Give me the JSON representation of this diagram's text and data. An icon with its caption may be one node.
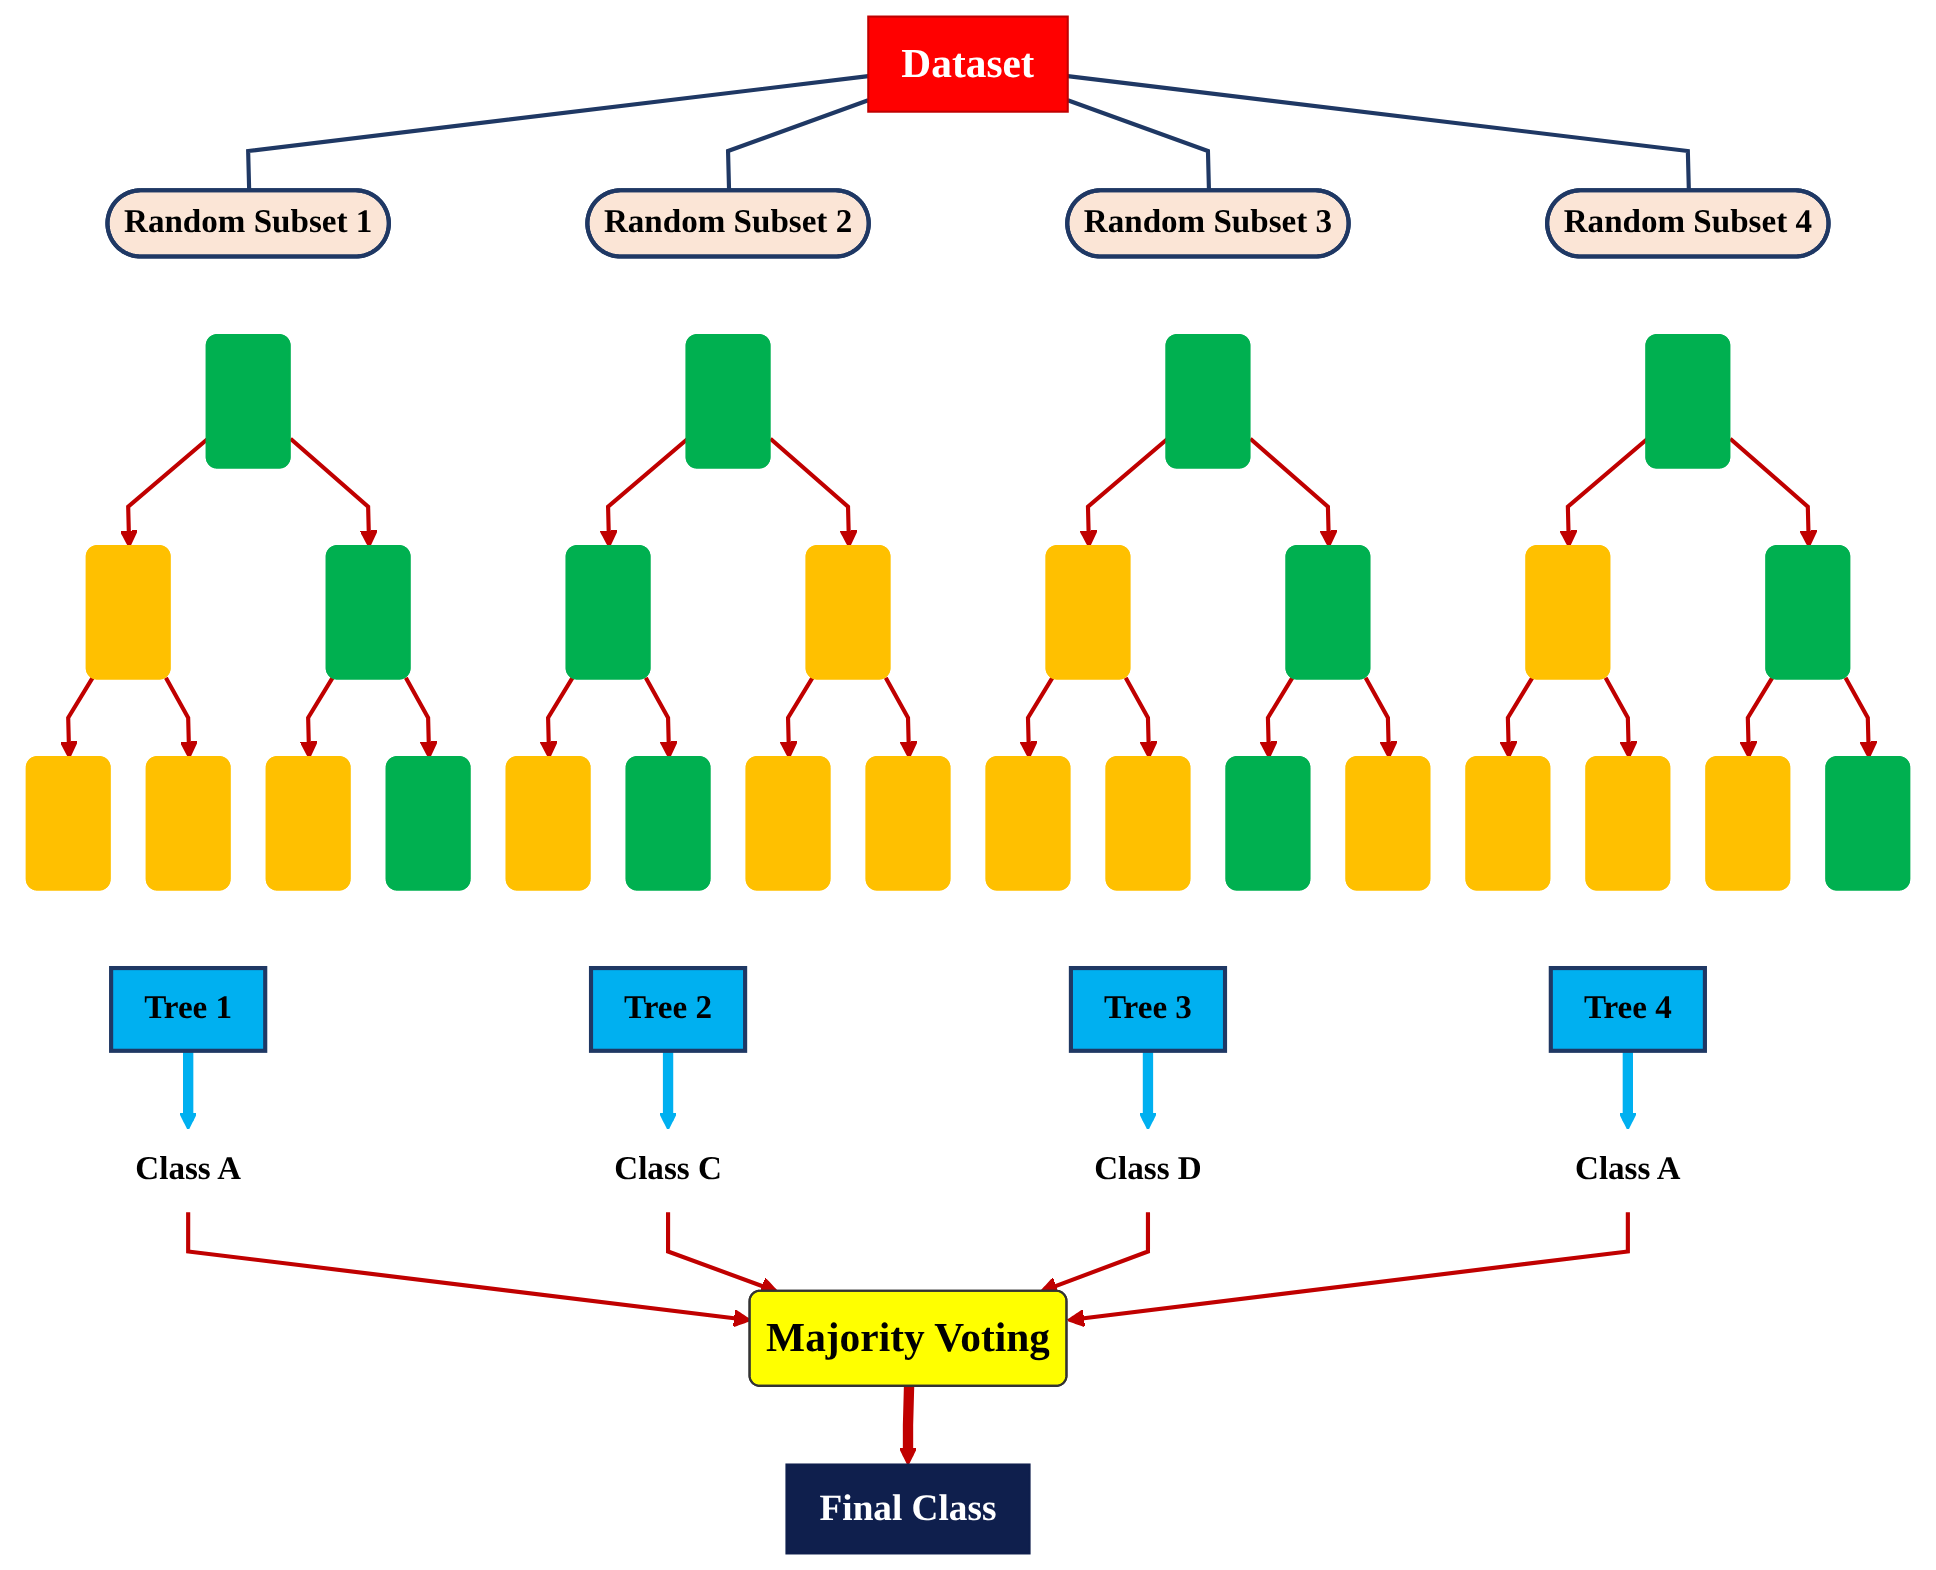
{
  "diagram": {
    "nodes": [
      {
        "text": [
          "Dataset"
        ]
      },
      {
        "text": [
          "Random Subset 1"
        ]
      },
      {
        "text": [
          "Random Subset 2"
        ]
      },
      {
        "text": [
          "Random Subset 3"
        ]
      },
      {
        "text": [
          "Random Subset 4"
        ]
      },
      {
        "text": [],
        "shape": "box"
      },
      {
        "text": [],
        "shape": "box"
      },
      {
        "text": [],
        "shape": "box"
      },
      {
        "text": [],
        "shape": "box"
      },
      {
        "text": [],
        "shape": "box"
      },
      {
        "text": [],
        "shape": "box"
      },
      {
        "text": [],
        "shape": "box"
      },
      {
        "text": [],
        "shape": "box"
      },
      {
        "text": [],
        "shape": "box"
      },
      {
        "text": [],
        "shape": "box"
      },
      {
        "text": [],
        "shape": "box"
      },
      {
        "text": [],
        "shape": "box"
      },
      {
        "text": [],
        "shape": "box"
      },
      {
        "text": [],
        "shape": "box"
      },
      {
        "text": [],
        "shape": "box"
      },
      {
        "text": [],
        "shape": "box"
      },
      {
        "text": [],
        "shape": "box"
      },
      {
        "text": [],
        "shape": "box"
      },
      {
        "text": [],
        "shape": "box"
      },
      {
        "text": [],
        "shape": "box"
      },
      {
        "text": [],
        "shape": "box"
      },
      {
        "text": [],
        "shape": "box"
      },
      {
        "text": [],
        "shape": "box"
      },
      {
        "text": [],
        "shape": "box"
      },
      {
        "text": [],
        "shape": "box"
      },
      {
        "text": [],
        "shape": "box"
      },
      {
        "text": [],
        "shape": "box"
      },
      {
        "text": [],
        "shape": "box"
      },
      {
        "text": [
          "Tree 1"
        ]
      },
      {
        "text": [
          "Tree 2"
        ]
      },
      {
        "text": [
          "Tree 3"
        ]
      },
      {
        "text": [
          "Tree 4"
        ]
      },
      {
        "text": [
          "Class A"
        ]
      },
      {
        "text": [
          "Class C"
        ]
      },
      {
        "text": [
          "Class D"
        ]
      },
      {
        "text": [
          "Class A"
        ]
      },
      {
        "text": [
          "Majority Voting"
        ]
      },
      {
        "text": [
          "Final Class"
        ]
      }
    ],
    "edges": [
      {
        "from": 0,
        "to": 1,
        "arrow": "none",
        "color": "#1f3864"
      },
      {
        "from": 0,
        "to": 2,
        "arrow": "none",
        "color": "#1f3864"
      },
      {
        "from": 0,
        "to": 3,
        "arrow": "none",
        "color": "#1f3864"
      },
      {
        "from": 0,
        "to": 4,
        "arrow": "none",
        "color": "#1f3864"
      },
      {
        "from": 5,
        "to": 6,
        "arrow": "to"
      },
      {
        "from": 5,
        "to": 7,
        "arrow": "to"
      },
      {
        "from": 6,
        "to": 8,
        "arrow": "to"
      },
      {
        "from": 6,
        "to": 9,
        "arrow": "to"
      },
      {
        "from": 7,
        "to": 10,
        "arrow": "to"
      },
      {
        "from": 7,
        "to": 11,
        "arrow": "to"
      },
      {
        "from": 12,
        "to": 13,
        "arrow": "to"
      },
      {
        "from": 12,
        "to": 14,
        "arrow": "to"
      },
      {
        "from": 13,
        "to": 15,
        "arrow": "to"
      },
      {
        "from": 13,
        "to": 16,
        "arrow": "to"
      },
      {
        "from": 14,
        "to": 17,
        "arrow": "to"
      },
      {
        "from": 14,
        "to": 18,
        "arrow": "to"
      },
      {
        "from": 19,
        "to": 20,
        "arrow": "to"
      },
      {
        "from": 19,
        "to": 21,
        "arrow": "to"
      },
      {
        "from": 20,
        "to": 22,
        "arrow": "to"
      },
      {
        "from": 20,
        "to": 23,
        "arrow": "to"
      },
      {
        "from": 21,
        "to": 24,
        "arrow": "to"
      },
      {
        "from": 21,
        "to": 25,
        "arrow": "to"
      },
      {
        "from": 26,
        "to": 27,
        "arrow": "to"
      },
      {
        "from": 26,
        "to": 28,
        "arrow": "to"
      },
      {
        "from": 27,
        "to": 29,
        "arrow": "to"
      },
      {
        "from": 27,
        "to": 30,
        "arrow": "to"
      },
      {
        "from": 28,
        "to": 31,
        "arrow": "to"
      },
      {
        "from": 28,
        "to": 32,
        "arrow": "to"
      },
      {
        "from": 33,
        "to": 37,
        "arrow": "to",
        "style": "thick",
        "color": "#00b0f0"
      },
      {
        "from": 34,
        "to": 38,
        "arrow": "to",
        "style": "thick",
        "color": "#00b0f0"
      },
      {
        "from": 35,
        "to": 39,
        "arrow": "to",
        "style": "thick",
        "color": "#00b0f0"
      },
      {
        "from": 36,
        "to": 40,
        "arrow": "to",
        "style": "thick",
        "color": "#00b0f0"
      },
      {
        "from": 37,
        "to": 41,
        "arrow": "to"
      },
      {
        "from": 38,
        "to": 41,
        "arrow": "to"
      },
      {
        "from": 39,
        "to": 41,
        "arrow": "to"
      },
      {
        "from": 40,
        "to": 41,
        "arrow": "to"
      },
      {
        "from": 41,
        "to": 42,
        "arrow": "to",
        "style": "thick"
      }
    ]
  }
}
